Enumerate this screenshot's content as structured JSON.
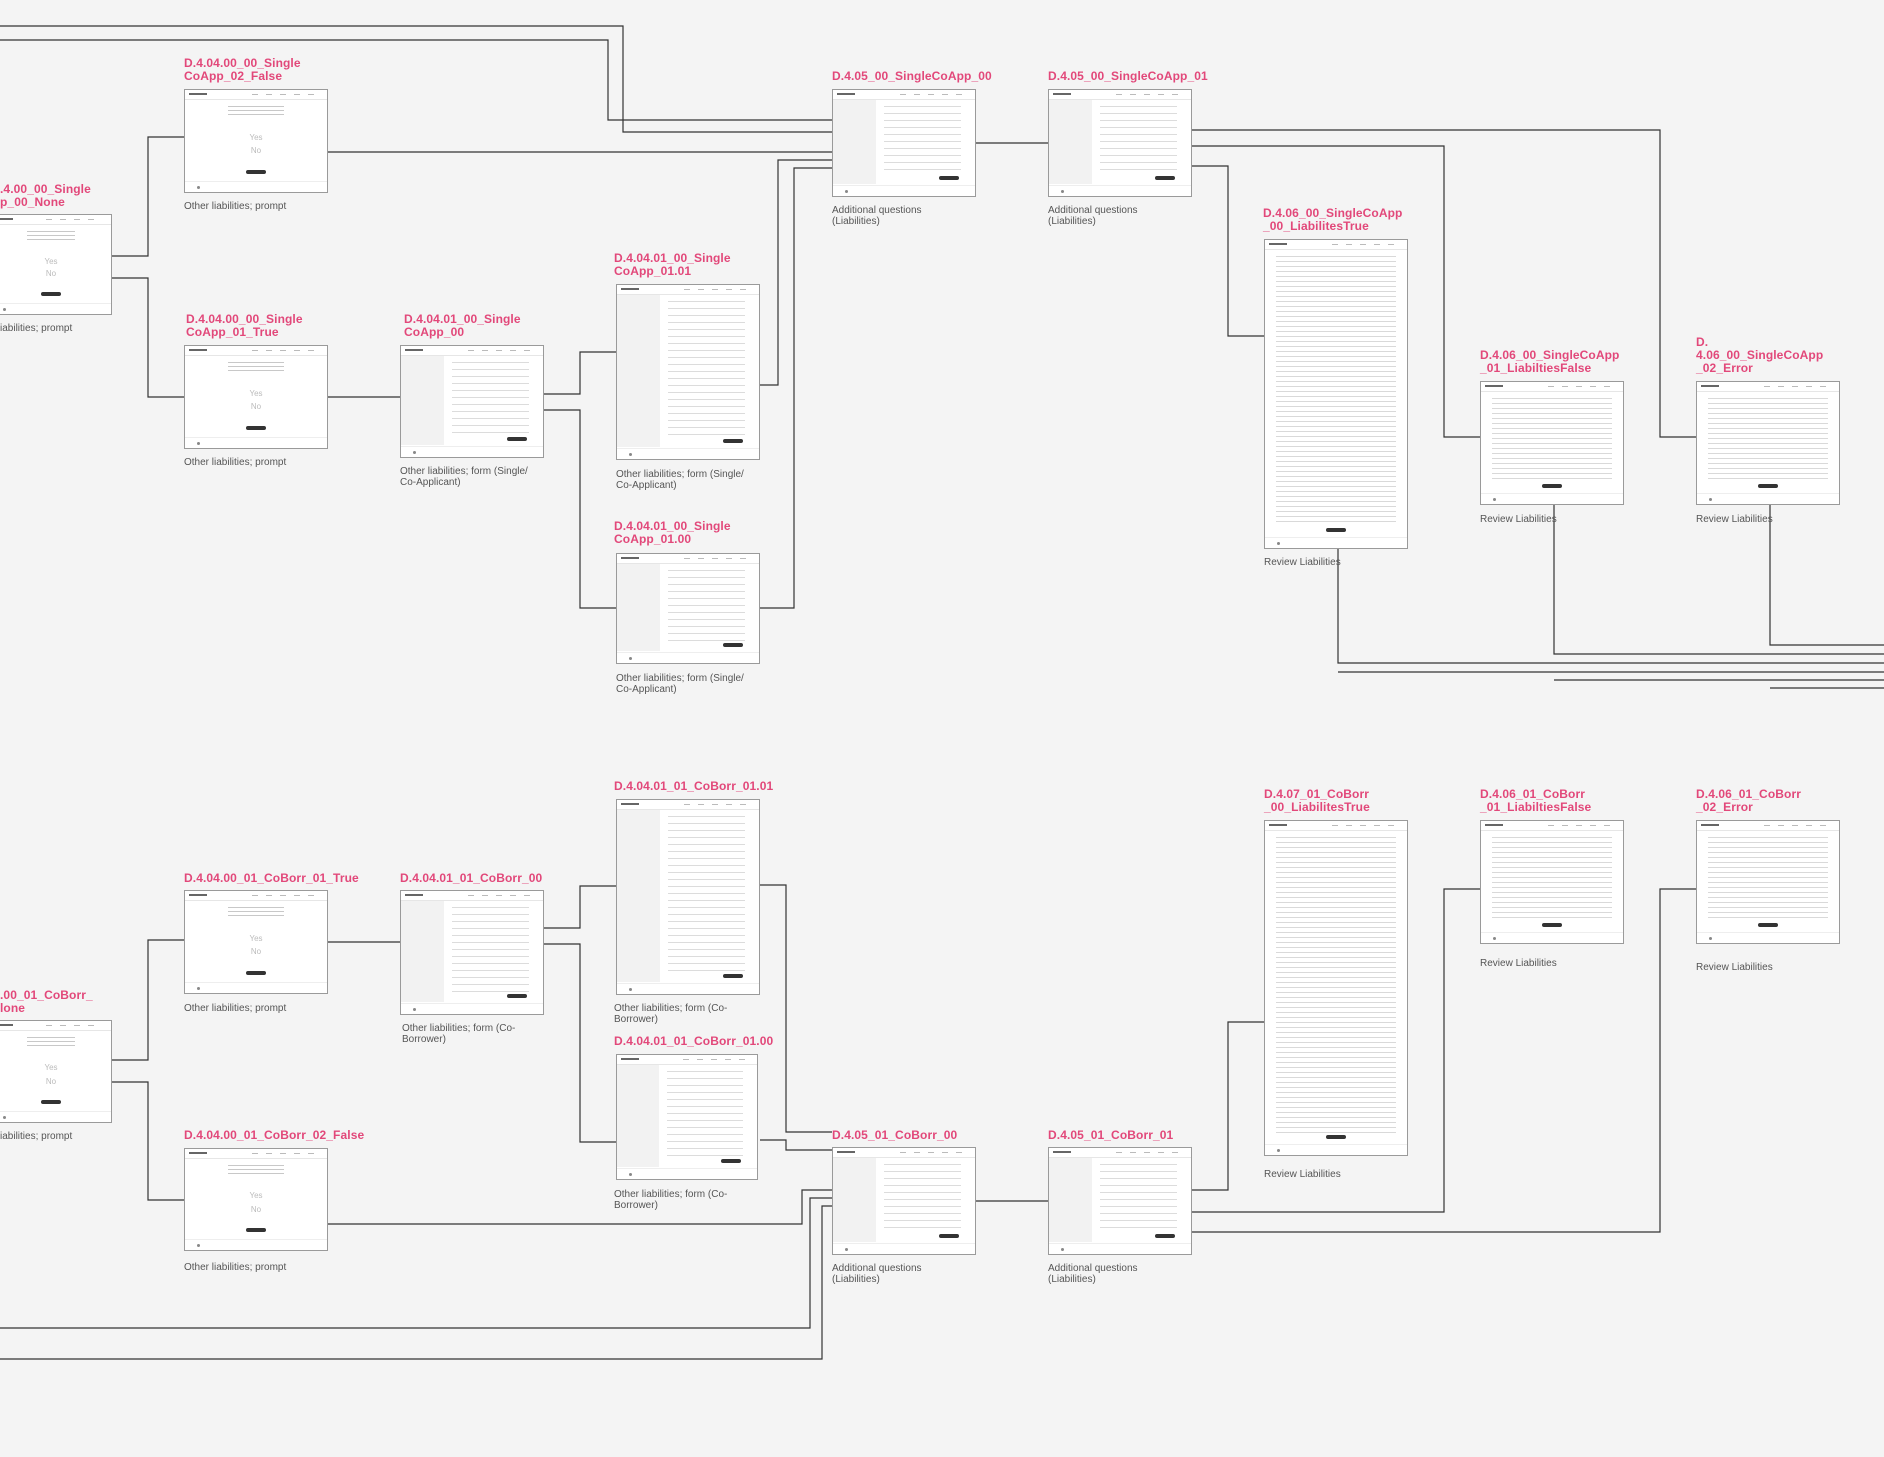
{
  "colors": {
    "title": "#e2487a",
    "connector": "#333333",
    "canvas": "#f4f4f4"
  },
  "frames": [
    {
      "id": "none_single",
      "title": ".4.00_00_Single\np_00_None",
      "caption": "iabilities; prompt",
      "kind": "prompt",
      "yes": "Yes",
      "no": "No"
    },
    {
      "id": "single_false",
      "title": "D.4.04.00_00_Single\nCoApp_02_False",
      "caption": "Other liabilities; prompt",
      "kind": "prompt",
      "yes": "Yes",
      "no": "No"
    },
    {
      "id": "single_true",
      "title": "D.4.04.00_00_Single\nCoApp_01_True",
      "caption": "Other liabilities; prompt",
      "kind": "prompt",
      "yes": "Yes",
      "no": "No"
    },
    {
      "id": "form_single",
      "title": "D.4.04.01_00_Single\nCoApp_00",
      "caption": "Other liabilities; form (Single/\nCo-Applicant)",
      "kind": "form"
    },
    {
      "id": "form_single_a",
      "title": "D.4.04.01_00_Single\nCoApp_01.01",
      "caption": "Other liabilities; form (Single/\nCo-Applicant)",
      "kind": "form"
    },
    {
      "id": "form_single_b",
      "title": "D.4.04.01_00_Single\nCoApp_01.00",
      "caption": "Other liabilities; form (Single/\nCo-Applicant)",
      "kind": "form"
    },
    {
      "id": "aq_single_00",
      "title": "D.4.05_00_SingleCoApp_00",
      "caption": "Additional questions\n(Liabilities)",
      "kind": "form"
    },
    {
      "id": "aq_single_01",
      "title": "D.4.05_00_SingleCoApp_01",
      "caption": "Additional questions\n(Liabilities)",
      "kind": "form"
    },
    {
      "id": "rev_single_true",
      "title": "D.4.06_00_SingleCoApp\n_00_LiabilitesTrue",
      "caption": "Review Liabilities",
      "kind": "review"
    },
    {
      "id": "rev_single_false",
      "title": "D.4.06_00_SingleCoApp\n_01_LiabiltiesFalse",
      "caption": "Review Liabilities",
      "kind": "review"
    },
    {
      "id": "rev_single_err",
      "title": "D.\n4.06_00_SingleCoApp\n_02_Error",
      "caption": "Review Liabilities",
      "kind": "review"
    },
    {
      "id": "none_coborr",
      "title": ".00_01_CoBorr_\nlone",
      "caption": "iabilities; prompt",
      "kind": "prompt",
      "yes": "Yes",
      "no": "No"
    },
    {
      "id": "coborr_true",
      "title": "D.4.04.00_01_CoBorr_01_True",
      "caption": "Other liabilities; prompt",
      "kind": "prompt",
      "yes": "Yes",
      "no": "No"
    },
    {
      "id": "coborr_false",
      "title": "D.4.04.00_01_CoBorr_02_False",
      "caption": "Other liabilities; prompt",
      "kind": "prompt",
      "yes": "Yes",
      "no": "No"
    },
    {
      "id": "form_coborr",
      "title": "D.4.04.01_01_CoBorr_00",
      "caption": "Other liabilities; form (Co-\nBorrower)",
      "kind": "form"
    },
    {
      "id": "form_coborr_a",
      "title": "D.4.04.01_01_CoBorr_01.01",
      "caption": "Other liabilities; form (Co-\nBorrower)",
      "kind": "form"
    },
    {
      "id": "form_coborr_b",
      "title": "D.4.04.01_01_CoBorr_01.00",
      "caption": "Other liabilities; form (Co-\nBorrower)",
      "kind": "form"
    },
    {
      "id": "aq_coborr_00",
      "title": "D.4.05_01_CoBorr_00",
      "caption": "Additional questions\n(Liabilities)",
      "kind": "form"
    },
    {
      "id": "aq_coborr_01",
      "title": "D.4.05_01_CoBorr_01",
      "caption": "Additional questions\n(Liabilities)",
      "kind": "form"
    },
    {
      "id": "rev_coborr_true",
      "title": "D.4.07_01_CoBorr\n_00_LiabilitesTrue",
      "caption": "Review Liabilities",
      "kind": "review"
    },
    {
      "id": "rev_coborr_false",
      "title": "D.4.06_01_CoBorr\n_01_LiabiltiesFalse",
      "caption": "Review Liabilities",
      "kind": "review"
    },
    {
      "id": "rev_coborr_err",
      "title": "D.4.06_01_CoBorr\n_02_Error",
      "caption": "Review Liabilities",
      "kind": "review"
    }
  ]
}
